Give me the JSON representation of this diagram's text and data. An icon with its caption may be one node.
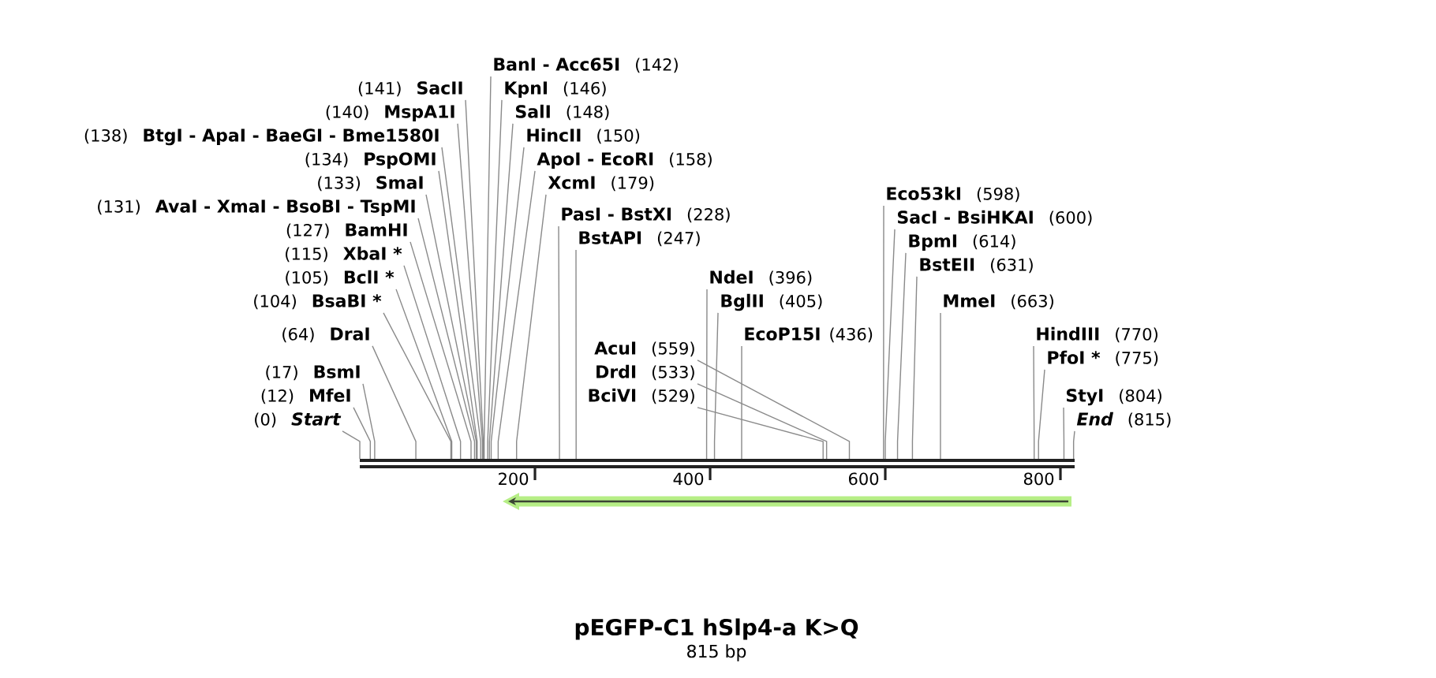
{
  "diagram": {
    "title": "pEGFP-C1 hSlp4-a K>Q",
    "caption": "815 bp",
    "nodes": [
      {
        "text": [
          "BanI - Acc65I",
          "(142)"
        ]
      },
      {
        "text": [
          "(141)",
          "SacII"
        ]
      },
      {
        "text": [
          "KpnI",
          "(146)"
        ]
      },
      {
        "text": [
          "(140)",
          "MspA1I"
        ]
      },
      {
        "text": [
          "SalI",
          "(148)"
        ]
      },
      {
        "text": [
          "(138)",
          "BtgI - ApaI - BaeGI - Bme1580I"
        ]
      },
      {
        "text": [
          "HincII",
          "(150)"
        ]
      },
      {
        "text": [
          "(134)",
          "PspOMI"
        ]
      },
      {
        "text": [
          "ApoI - EcoRI",
          "(158)"
        ]
      },
      {
        "text": [
          "(133)",
          "SmaI"
        ]
      },
      {
        "text": [
          "XcmI",
          "(179)"
        ]
      },
      {
        "text": [
          "Eco53kI",
          "(598)"
        ]
      },
      {
        "text": [
          "(131)",
          "AvaI - XmaI - BsoBI - TspMI"
        ]
      },
      {
        "text": [
          "PasI - BstXI",
          "(228)"
        ]
      },
      {
        "text": [
          "SacI - BsiHKAI",
          "(600)"
        ]
      },
      {
        "text": [
          "(127)",
          "BamHI"
        ]
      },
      {
        "text": [
          "BstAPI",
          "(247)"
        ]
      },
      {
        "text": [
          "BpmI",
          "(614)"
        ]
      },
      {
        "text": [
          "(115)",
          "XbaI *"
        ]
      },
      {
        "text": [
          "BstEII",
          "(631)"
        ]
      },
      {
        "text": [
          "(105)",
          "BclI *"
        ]
      },
      {
        "text": [
          "NdeI",
          "(396)"
        ]
      },
      {
        "text": [
          "(104)",
          "BsaBI *"
        ]
      },
      {
        "text": [
          "BglII",
          "(405)"
        ]
      },
      {
        "text": [
          "MmeI",
          "(663)"
        ]
      },
      {
        "text": [
          "(64)",
          "DraI"
        ]
      },
      {
        "text": [
          "EcoP15I",
          "(436)"
        ]
      },
      {
        "text": [
          "HindIII",
          "(770)"
        ]
      },
      {
        "text": [
          "PfoI *",
          "(775)"
        ]
      },
      {
        "text": [
          "(17)",
          "BsmI"
        ]
      },
      {
        "text": [
          "BciVI",
          "(529)"
        ]
      },
      {
        "text": [
          "(12)",
          "MfeI"
        ]
      },
      {
        "text": [
          "DrdI",
          "(533)"
        ]
      },
      {
        "text": [
          "StyI",
          "(804)"
        ]
      },
      {
        "text": [
          "(0)",
          "Start"
        ]
      },
      {
        "text": [
          "AcuI",
          "(559)"
        ]
      },
      {
        "text": [
          "End",
          "(815)"
        ]
      },
      {
        "text": [],
        "shape": "bar"
      }
    ],
    "edges": [
      {
        "from": 0,
        "to": 37,
        "arrow": "none"
      },
      {
        "from": 1,
        "to": 37,
        "arrow": "none"
      },
      {
        "from": 2,
        "to": 37,
        "arrow": "none"
      },
      {
        "from": 3,
        "to": 37,
        "arrow": "none"
      },
      {
        "from": 4,
        "to": 37,
        "arrow": "none"
      },
      {
        "from": 5,
        "to": 37,
        "arrow": "none"
      },
      {
        "from": 6,
        "to": 37,
        "arrow": "none"
      },
      {
        "from": 7,
        "to": 37,
        "arrow": "none"
      },
      {
        "from": 8,
        "to": 37,
        "arrow": "none"
      },
      {
        "from": 9,
        "to": 37,
        "arrow": "none"
      },
      {
        "from": 10,
        "to": 37,
        "arrow": "none"
      },
      {
        "from": 11,
        "to": 37,
        "arrow": "none"
      },
      {
        "from": 12,
        "to": 37,
        "arrow": "none"
      },
      {
        "from": 13,
        "to": 37,
        "arrow": "none"
      },
      {
        "from": 14,
        "to": 37,
        "arrow": "none"
      },
      {
        "from": 15,
        "to": 37,
        "arrow": "none"
      },
      {
        "from": 16,
        "to": 37,
        "arrow": "none"
      },
      {
        "from": 17,
        "to": 37,
        "arrow": "none"
      },
      {
        "from": 18,
        "to": 37,
        "arrow": "none"
      },
      {
        "from": 19,
        "to": 37,
        "arrow": "none"
      },
      {
        "from": 20,
        "to": 37,
        "arrow": "none"
      },
      {
        "from": 21,
        "to": 37,
        "arrow": "none"
      },
      {
        "from": 22,
        "to": 37,
        "arrow": "none"
      },
      {
        "from": 23,
        "to": 37,
        "arrow": "none"
      },
      {
        "from": 24,
        "to": 37,
        "arrow": "none"
      },
      {
        "from": 25,
        "to": 37,
        "arrow": "none"
      },
      {
        "from": 26,
        "to": 37,
        "arrow": "none"
      },
      {
        "from": 27,
        "to": 37,
        "arrow": "none"
      },
      {
        "from": 28,
        "to": 37,
        "arrow": "none"
      },
      {
        "from": 29,
        "to": 37,
        "arrow": "none"
      },
      {
        "from": 30,
        "to": 37,
        "arrow": "none"
      },
      {
        "from": 31,
        "to": 37,
        "arrow": "none"
      },
      {
        "from": 32,
        "to": 37,
        "arrow": "none"
      },
      {
        "from": 33,
        "to": 37,
        "arrow": "none"
      },
      {
        "from": 34,
        "to": 37,
        "arrow": "none"
      },
      {
        "from": 35,
        "to": 37,
        "arrow": "none"
      },
      {
        "from": 36,
        "to": 37,
        "arrow": "none"
      }
    ],
    "labels": [
      "200",
      "400",
      "600",
      "800"
    ]
  }
}
